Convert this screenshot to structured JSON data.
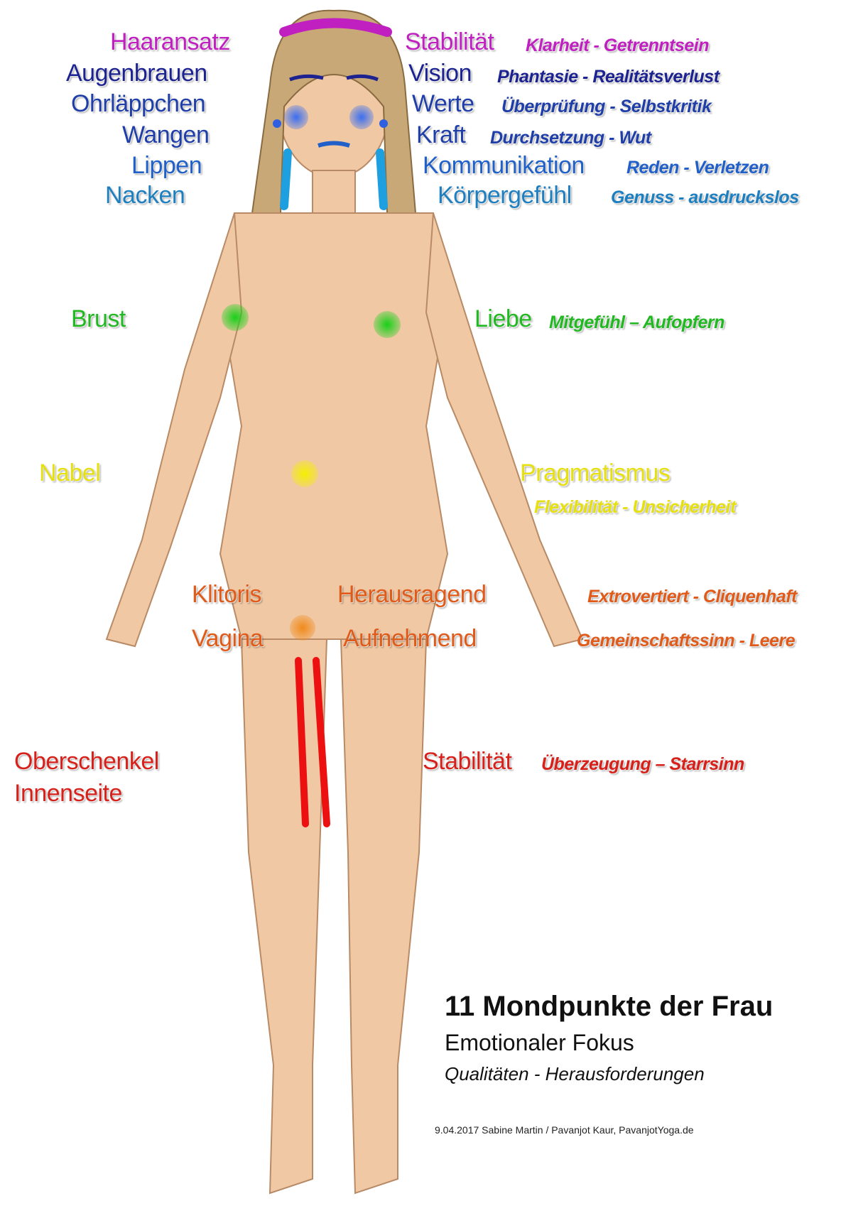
{
  "title": "11 Mondpunkte der Frau",
  "subtitle": "Emotionaler Fokus",
  "subtitle2": "Qualitäten - Herausforderungen",
  "credit": "9.04.2017 Sabine Martin / Pavanjot Kaur, PavanjotYoga.de",
  "colors": {
    "magenta": "#c020c0",
    "navy": "#1c2290",
    "darkblue": "#1f3ea8",
    "blue": "#2060c8",
    "teal": "#1e7fc0",
    "green": "#22b822",
    "yellow": "#e6e010",
    "orange": "#e05a1a",
    "red": "#d8201a"
  },
  "points": [
    {
      "name": "Haaransatz",
      "quality": "Stabilität",
      "pair": "Klarheit - Getrenntsein",
      "color": "magenta"
    },
    {
      "name": "Augenbrauen",
      "quality": "Vision",
      "pair": "Phantasie - Realitätsverlust",
      "color": "navy"
    },
    {
      "name": "Ohrläppchen",
      "quality": "Werte",
      "pair": "Überprüfung - Selbstkritik",
      "color": "darkblue"
    },
    {
      "name": "Wangen",
      "quality": "Kraft",
      "pair": "Durchsetzung - Wut",
      "color": "darkblue"
    },
    {
      "name": "Lippen",
      "quality": "Kommunikation",
      "pair": "Reden - Verletzen",
      "color": "blue"
    },
    {
      "name": "Nacken",
      "quality": "Körpergefühl",
      "pair": "Genuss - ausdruckslos",
      "color": "teal"
    },
    {
      "name": "Brust",
      "quality": "Liebe",
      "pair": "Mitgefühl – Aufopfern",
      "color": "green"
    },
    {
      "name": "Nabel",
      "quality": "Pragmatismus",
      "pair": "Flexibilität - Unsicherheit",
      "color": "yellow"
    },
    {
      "name": "Klitoris",
      "quality": "Herausragend",
      "pair": "Extrovertiert - Cliquenhaft",
      "color": "orange"
    },
    {
      "name": "Vagina",
      "quality": "Aufnehmend",
      "pair": "Gemeinschaftssinn - Leere",
      "color": "orange"
    },
    {
      "name": "Oberschenkel",
      "name2": "Innenseite",
      "quality": "Stabilität",
      "pair": "Überzeugung – Starrsinn",
      "color": "red"
    }
  ]
}
